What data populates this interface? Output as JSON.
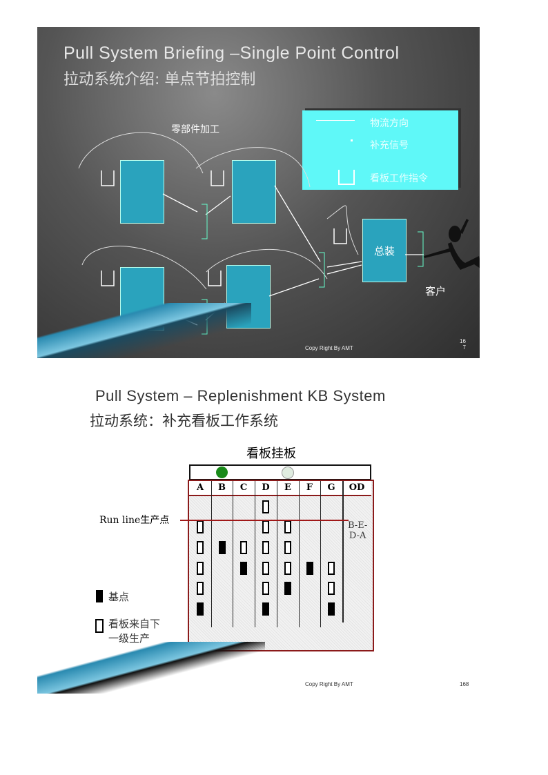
{
  "slide1": {
    "title": "Pull System Briefing –Single Point Control",
    "subtitle": "拉动系统介绍: 单点节拍控制",
    "process_label": "零部件加工",
    "assembly_label": "总装",
    "customer_label": "客户",
    "legend": {
      "flow": "物流方向",
      "signal": "补充信号",
      "kanban": "看板工作指令"
    },
    "copyright": "Copy Right By AMT",
    "page_number": "16\n7"
  },
  "slide2": {
    "title": "Pull System – Replenishment KB System",
    "subtitle": "拉动系统：补充看板工作系统",
    "board_title": "看板挂板",
    "columns": [
      "A",
      "B",
      "C",
      "D",
      "E",
      "F",
      "G",
      "OD"
    ],
    "runline_label": "Run line生产点",
    "od_sequence": "B-E-\nD-A",
    "legend_base": "基点",
    "legend_kanban": "看板来自下\n一级生产",
    "cards": {
      "A": [
        "",
        "open",
        "open",
        "open",
        "open",
        "filled"
      ],
      "B": [
        "",
        "",
        "filled",
        "",
        "",
        ""
      ],
      "C": [
        "",
        "",
        "open",
        "filled",
        "",
        ""
      ],
      "D": [
        "open",
        "open",
        "open",
        "open",
        "open",
        "filled"
      ],
      "E": [
        "",
        "open",
        "open",
        "open",
        "filled",
        ""
      ],
      "F": [
        "",
        "",
        "",
        "filled",
        "",
        ""
      ],
      "G": [
        "",
        "",
        "",
        "open",
        "open",
        "filled"
      ]
    },
    "copyright": "Copy Right By AMT",
    "page_number": "168",
    "colors": {
      "green": "#1a8a1a",
      "board_border": "#8b1a1a"
    }
  }
}
